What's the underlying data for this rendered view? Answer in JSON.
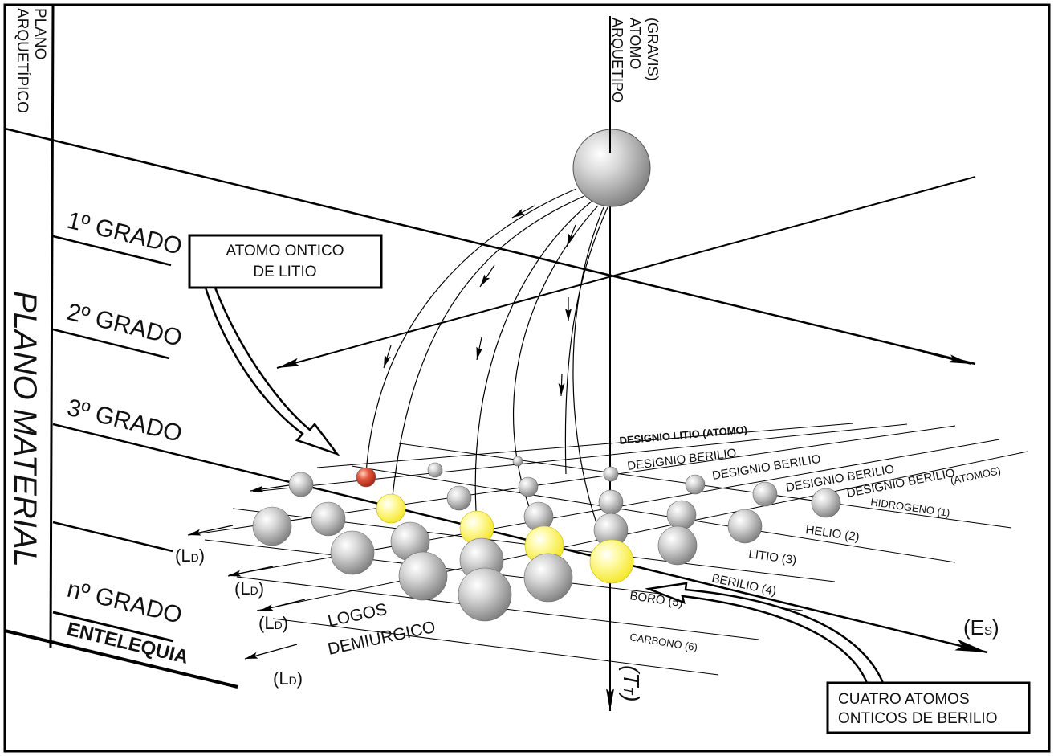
{
  "plano_arquetipico": [
    "PLANO",
    "ARQUETÍPICO"
  ],
  "plano_material": "PLANO MATERIAL",
  "grados": {
    "g1": "1º GRADO",
    "g2": "2º GRADO",
    "g3": "3º GRADO",
    "gn": "nº GRADO",
    "entelequia": "ENTELEQUIA"
  },
  "arquetipo": [
    "ARQUETIPO",
    "ATOMO",
    "(GRAVIS)"
  ],
  "callout_litio": [
    "ATOMO ONTICO",
    "DE LITIO"
  ],
  "callout_berilio": [
    "CUATRO ATOMOS",
    "ONTICOS DE BERILIO"
  ],
  "designios": {
    "d1": "DESIGNIO LITIO (ATOMO)",
    "d2": "DESIGNIO BERILIO",
    "d3": "DESIGNIO BERILIO",
    "d4": "DESIGNIO BERILIO",
    "d5": "DESIGNIO BERILIO",
    "atomos": "(ATOMOS)"
  },
  "elements": {
    "hidrogeno": "HIDROGENO (1)",
    "helio": "HELIO (2)",
    "litio": "LITIO (3)",
    "berilio": "BERILIO (4)",
    "boro": "BORO (5)",
    "carbono": "CARBONO (6)"
  },
  "axes": {
    "ld_letter": "L",
    "ld_sub": "D",
    "es_letter": "E",
    "es_sub": "S",
    "tt_letter": "T",
    "tt_sub": "T"
  },
  "logos": [
    "LOGOS",
    "DEMIURGICO"
  ],
  "colors": {
    "sphere_gray": "#a9a9a9",
    "sphere_yellow": "#ffef3a",
    "sphere_red": "#d9382a"
  }
}
